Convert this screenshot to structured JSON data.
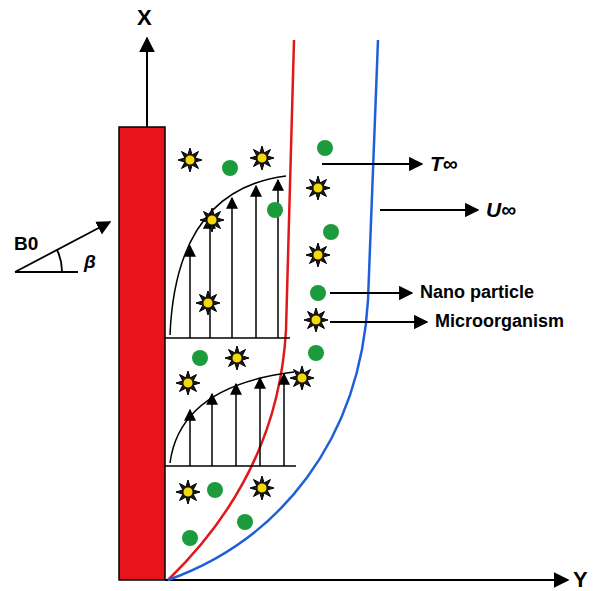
{
  "diagram": {
    "labels": [
      "X",
      "T∞",
      "U∞",
      "Nano particle",
      "Microorganism",
      "B0",
      "β",
      "Y"
    ]
  }
}
